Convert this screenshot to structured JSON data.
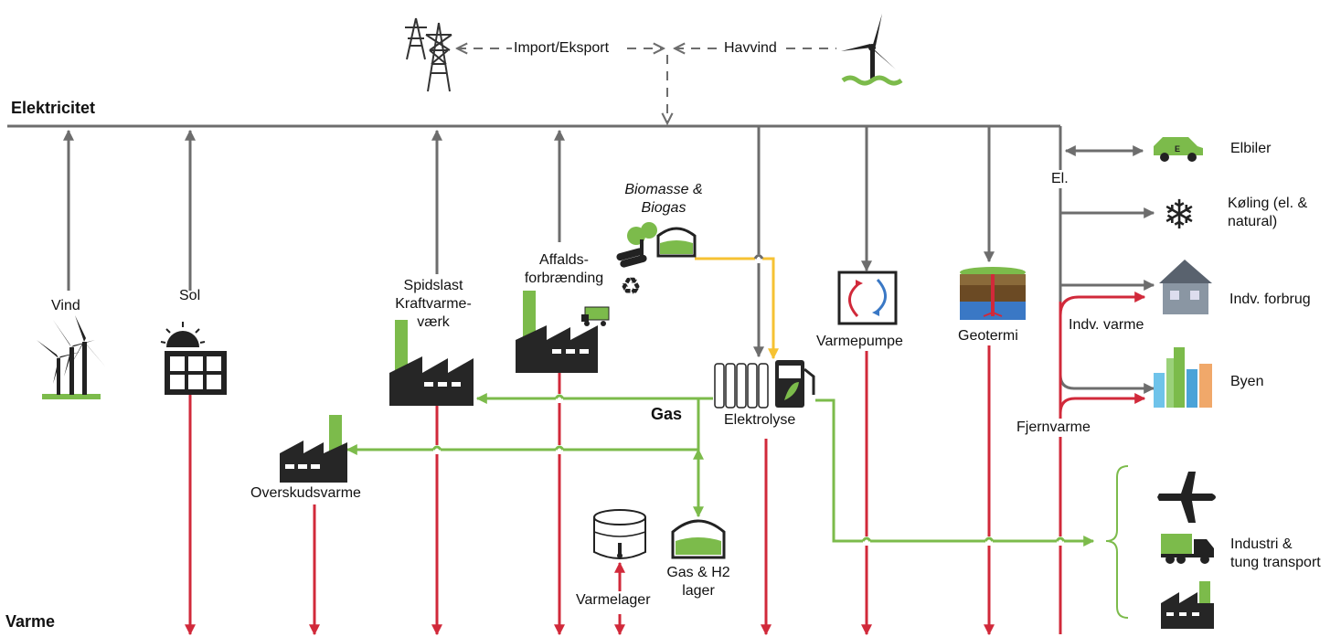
{
  "labels": {
    "elektricitet": "Elektricitet",
    "varme": "Varme",
    "gas": "Gas",
    "import_eksport": "Import/Eksport",
    "havvind": "Havvind",
    "vind": "Vind",
    "sol": "Sol",
    "spidslast_1": "Spidslast",
    "spidslast_2": "Kraftvarme-",
    "spidslast_3": "værk",
    "affald_1": "Affalds-",
    "affald_2": "forbrænding",
    "biomasse_1": "Biomasse &",
    "biomasse_2": "Biogas",
    "varmepumpe": "Varmepumpe",
    "geotermi": "Geotermi",
    "elektrolyse": "Elektrolyse",
    "overskudsvarme": "Overskudsvarme",
    "varmelager": "Varmelager",
    "gas_h2_1": "Gas & H2",
    "gas_h2_2": "lager",
    "el": "El.",
    "elbiler": "Elbiler",
    "koeling_1": "Køling (el. &",
    "koeling_2": "natural)",
    "indv_forbrug": "Indv. forbrug",
    "indv_varme": "Indv. varme",
    "byen": "Byen",
    "fjernvarme": "Fjernvarme",
    "industri_1": "Industri &",
    "industri_2": "tung transport"
  },
  "colors": {
    "electricity": "#6d6d6d",
    "heat": "#d1293a",
    "gas": "#7cbb4b",
    "biogas_flow": "#f6c233",
    "icon_dark": "#262626",
    "icon_green": "#7cbb4b"
  }
}
